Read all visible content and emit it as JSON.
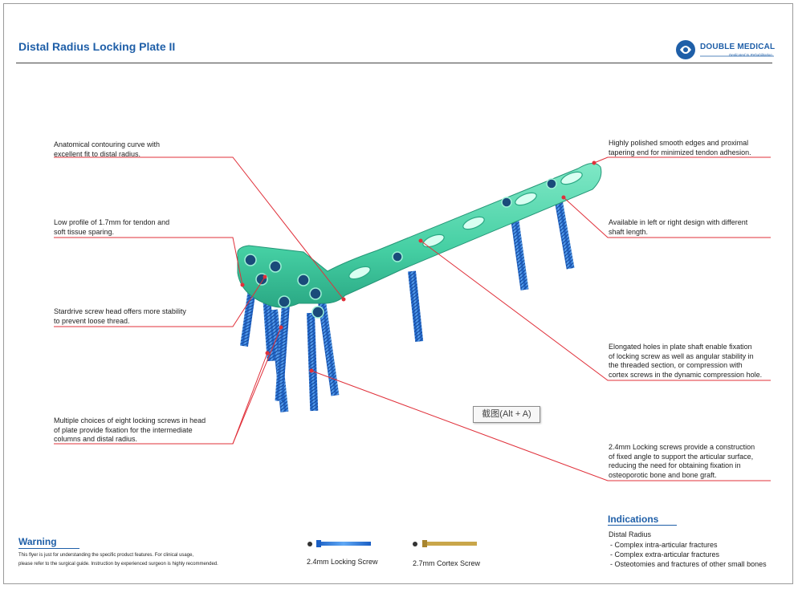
{
  "header": {
    "title": "Distal Radius Locking Plate II",
    "brand": "DOUBLE MEDICAL",
    "brand_tagline": "Dedicated to Rehabilitation",
    "brand_icon": "double-medical-logo-icon"
  },
  "callouts": {
    "contour": [
      "Anatomical contouring curve with",
      "excellent fit to distal radius."
    ],
    "profile": [
      "Low profile of 1.7mm for tendon and",
      "soft tissue sparing."
    ],
    "stardrive": [
      "Stardrive screw head offers more stability",
      "to prevent loose thread."
    ],
    "multiple": [
      "Multiple choices of eight locking screws in head",
      "of plate provide fixation for the intermediate",
      "columns and distal radius."
    ],
    "polished": [
      "Highly polished smooth edges and proximal",
      "tapering end for minimized tendon adhesion."
    ],
    "design": [
      "Available in left or right design with different",
      "shaft length."
    ],
    "elongated": [
      "Elongated holes in plate shaft enable fixation",
      "of locking screw as well as angular stability in",
      "the threaded section, or compression with",
      "cortex screws in the dynamic compression hole."
    ],
    "locking": [
      "2.4mm Locking screws provide a construction",
      "of fixed angle to support the articular surface,",
      "reducing the need for obtaining fixation in",
      "osteoporotic bone and bone graft."
    ]
  },
  "tooltip": "截图(Alt + A)",
  "warning": {
    "title": "Warning",
    "lines": [
      "This flyer is just for understanding the specific product features. For clinical usage,",
      "please refer to the surgical guide. Instruction by experienced surgeon is highly recommended."
    ]
  },
  "screws": {
    "locking_label": "2.4mm Locking Screw",
    "cortex_label": "2.7mm Cortex Screw",
    "locking_color": "#2a6fd0",
    "cortex_color": "#c9a64a"
  },
  "indications": {
    "title": "Indications",
    "heading": "Distal Radius",
    "items": [
      "- Complex intra-articular fractures",
      "- Complex extra-articular fractures",
      "- Osteotomies and fractures of other small bones"
    ]
  },
  "colors": {
    "accent": "#1f5fa8",
    "leader": "#e0303a",
    "plate": "#4fd1a8",
    "screw": "#2f7fe0"
  }
}
